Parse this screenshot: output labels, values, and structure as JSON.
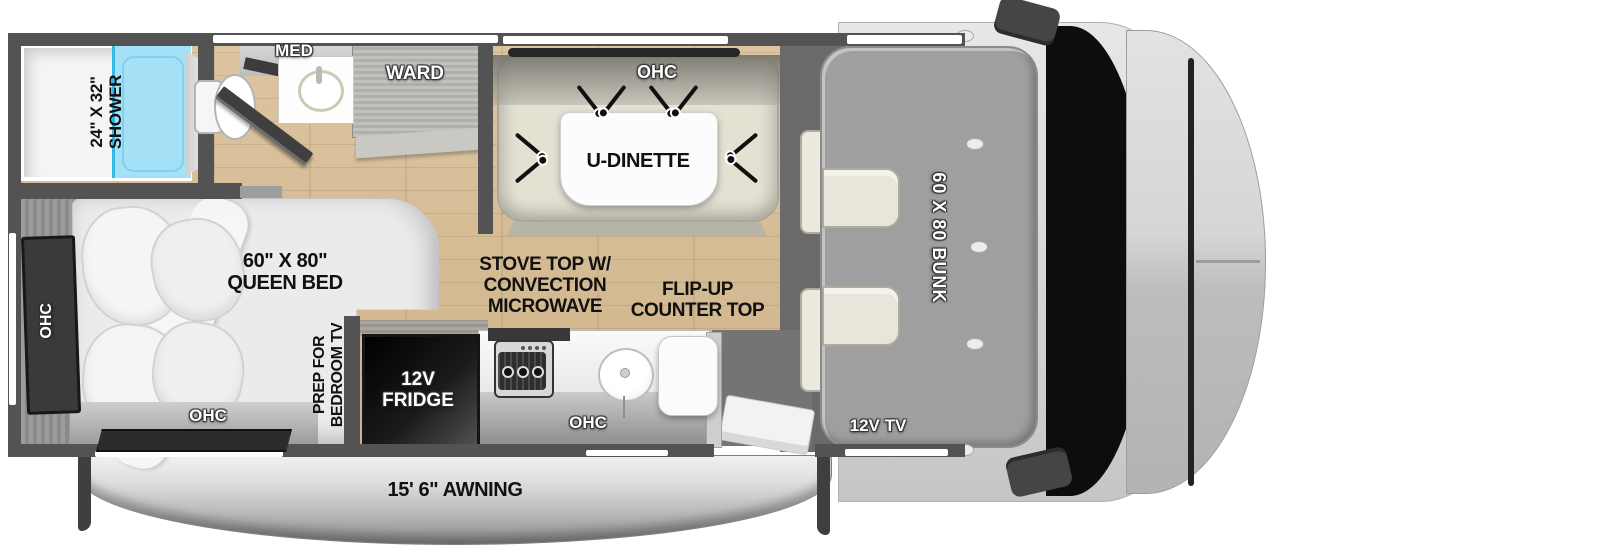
{
  "bathroom": {
    "shower_size": "24\" X 32\"",
    "shower_name": "SHOWER",
    "med": "MED",
    "ward": "WARD"
  },
  "dinette": {
    "ohc": "OHC",
    "table": "U-DINETTE"
  },
  "bedroom": {
    "size": "60\" X 80\"",
    "name": "QUEEN BED",
    "ohc_left": "OHC",
    "ohc_bottom": "OHC",
    "tv_prep_line1": "PREP FOR",
    "tv_prep_line2": "BEDROOM TV"
  },
  "kitchen": {
    "stove_line1": "STOVE TOP W/",
    "stove_line2": "CONVECTION",
    "stove_line3": "MICROWAVE",
    "flip_line1": "FLIP-UP",
    "flip_line2": "COUNTER TOP",
    "fridge_line1": "12V",
    "fridge_line2": "FRIDGE",
    "ohc": "OHC"
  },
  "cab": {
    "bunk": "60 X 80 BUNK",
    "tv": "12V TV"
  },
  "exterior": {
    "awning": "15' 6\" AWNING"
  },
  "colors": {
    "wall": "#535353",
    "floor": "#d6bf9b",
    "shower_pan": "#a5e1f6",
    "shower_line": "#35b9e4",
    "bunk": "#9f9f9f",
    "cab_shell": "#d8d8d8",
    "windshield": "#0d0d0d",
    "awning_end": "#3f3f3f",
    "seat_beige": "#e4e1d3"
  }
}
